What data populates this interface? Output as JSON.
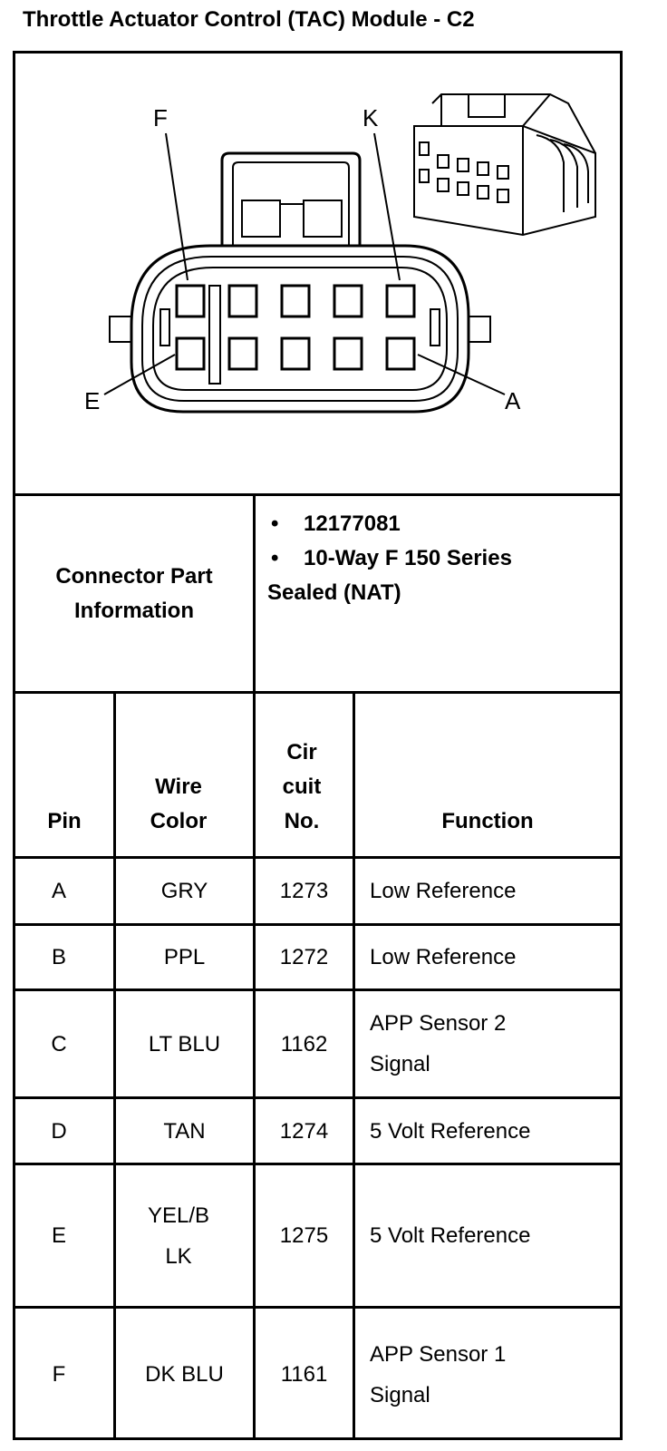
{
  "title": "Throttle Actuator Control (TAC) Module - C2",
  "diagram": {
    "callouts": [
      "F",
      "K",
      "E",
      "A"
    ]
  },
  "connector_info": {
    "label": "Connector Part Information",
    "items": [
      "12177081",
      "10-Way F 150 Series"
    ],
    "continuation": "Sealed (NAT)"
  },
  "table": {
    "headers": {
      "pin": "Pin",
      "wire_color": "Wire Color",
      "circuit": "Cir cuit No.",
      "function": "Function"
    },
    "rows": [
      {
        "pin": "A",
        "wire": "GRY",
        "circuit": "1273",
        "function": "Low Reference"
      },
      {
        "pin": "B",
        "wire": "PPL",
        "circuit": "1272",
        "function": "Low Reference"
      },
      {
        "pin": "C",
        "wire": "LT BLU",
        "circuit": "1162",
        "function": "APP Sensor 2 Signal"
      },
      {
        "pin": "D",
        "wire": "TAN",
        "circuit": "1274",
        "function": "5 Volt Reference"
      },
      {
        "pin": "E",
        "wire": "YEL/B LK",
        "circuit": "1275",
        "function": "5 Volt Reference"
      },
      {
        "pin": "F",
        "wire": "DK BLU",
        "circuit": "1161",
        "function": "APP Sensor 1 Signal"
      }
    ]
  }
}
